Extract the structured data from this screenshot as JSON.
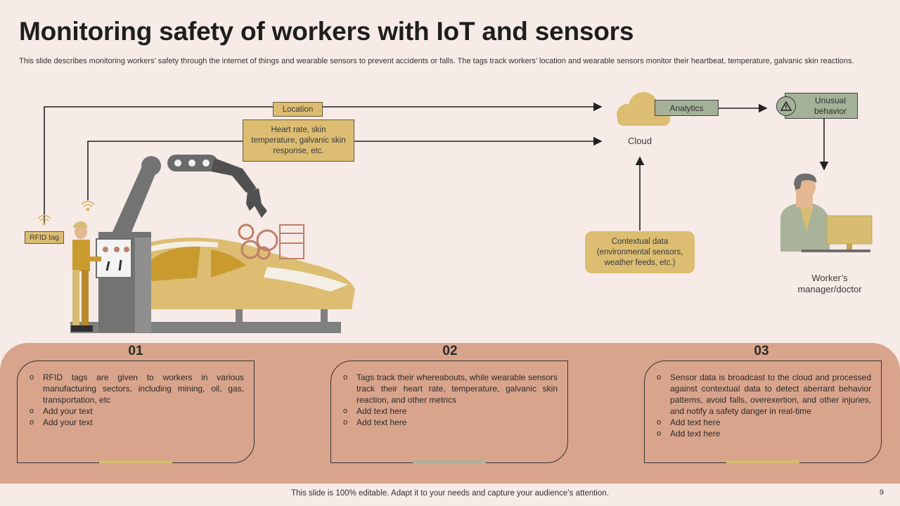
{
  "title": "Monitoring safety of workers with IoT and sensors",
  "subtitle": "This slide describes monitoring workers’ safety through the internet of things and wearable sensors to prevent accidents or falls. The tags track workers’ location and wearable sensors monitor their heartbeat, temperature, galvanic skin reactions.",
  "diagram": {
    "location_label": "Location",
    "vitals_label": "Heart rate, skin temperature, galvanic skin response, etc.",
    "rfid_label": "RFID  tag",
    "cloud_label": "Cloud",
    "analytics_label": "Analytics",
    "unusual_label": "Unusual behavior",
    "contextual_label": "Contextual data (environmental sensors, weather feeds, etc.)",
    "manager_label": "Worker’s manager/doctor"
  },
  "steps": [
    {
      "number": "01",
      "items": [
        "RFID tags are given to workers in various manufacturing sectors, including mining, oil, gas, transportation, etc",
        "Add your text",
        "Add your text"
      ],
      "bar_color": "#d6bd72"
    },
    {
      "number": "02",
      "items": [
        "Tags track their whereabouts, while wearable sensors track their heart rate, temperature, galvanic skin reaction, and other metrics",
        "Add text here",
        "Add text here"
      ],
      "bar_color": "#a9b39b"
    },
    {
      "number": "03",
      "items": [
        "Sensor data is broadcast to the cloud and processed against contextual data to detect aberrant behavior patterns, avoid falls, overexertion, and other injuries, and notify a safety danger in real-time",
        "Add text here",
        "Add text here"
      ],
      "bar_color": "#d6bd72"
    }
  ],
  "footer": "This slide is 100% editable. Adapt it to your needs and capture your audience’s attention.",
  "page_number": "9",
  "colors": {
    "background": "#f6ebe7",
    "band": "#d9a48c",
    "gold": "#dcbd72",
    "sage": "#a5b29a",
    "grey": "#6d6d6d"
  }
}
